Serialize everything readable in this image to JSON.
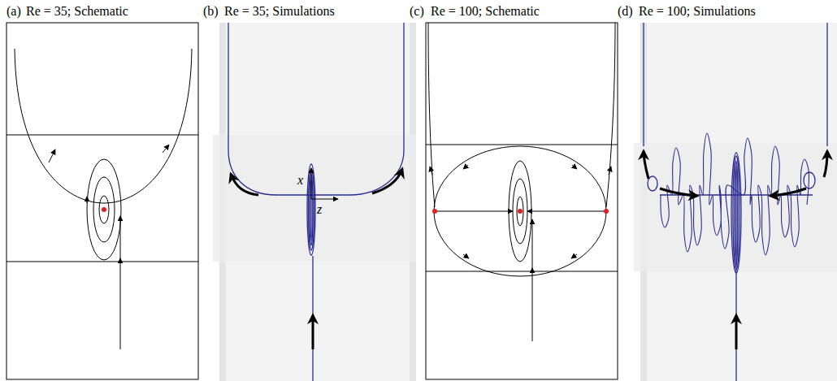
{
  "diagram": {
    "labels": [
      "(a)",
      "Re = 35; Schematic",
      "(b)",
      "Re = 35; Simulations",
      "(c)",
      "Re = 100; Schematic",
      "(d)",
      "Re = 100; Simulations",
      "x",
      "z"
    ]
  }
}
